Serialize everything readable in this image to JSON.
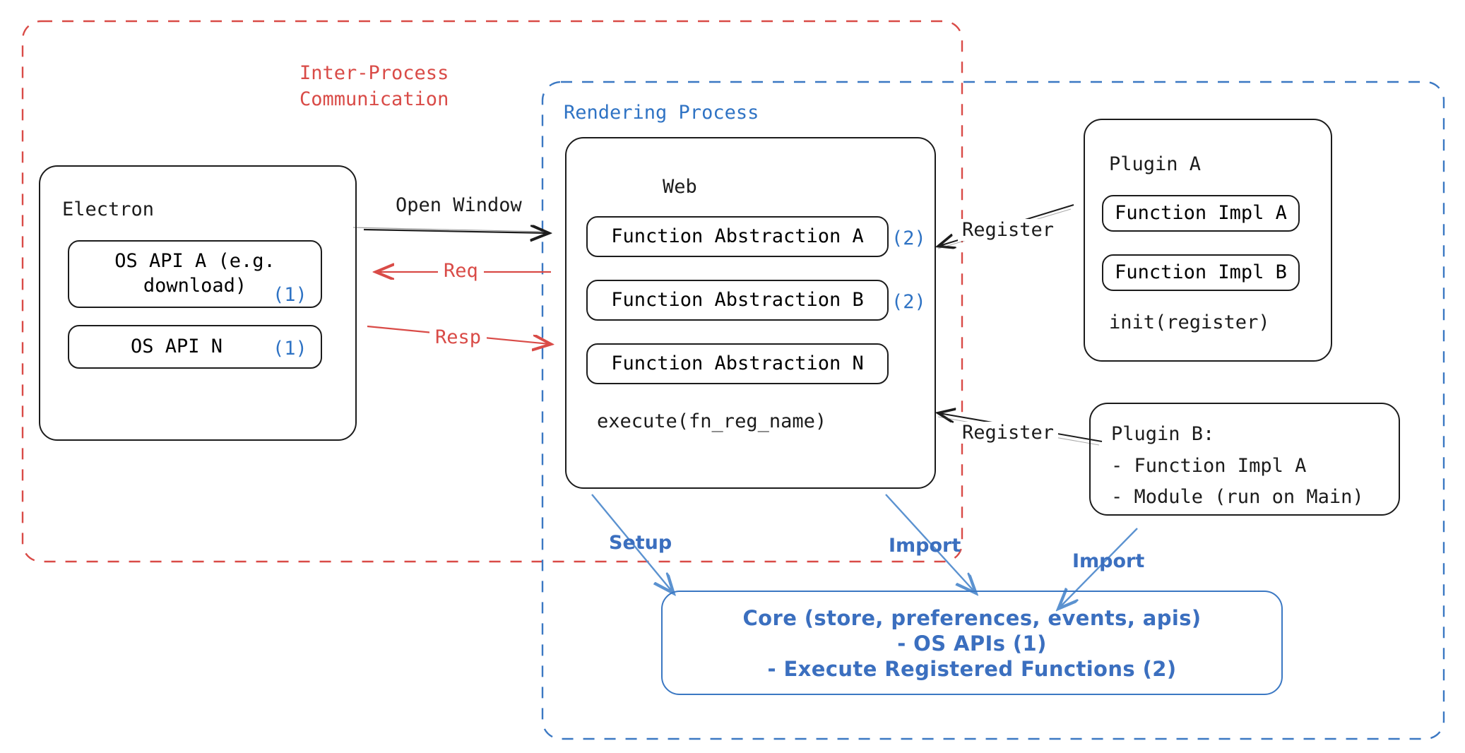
{
  "diagram": {
    "title": "Electron plugin architecture overview",
    "colors": {
      "ipc_red": "#d94b47",
      "render_blue": "#3b78c3",
      "marker_blue": "#2f73c4",
      "stroke_black": "#1c1c1c"
    },
    "regions": [
      {
        "id": "ipc",
        "label_line1": "Inter-Process",
        "label_line2": "Communication",
        "style": "dashed-red"
      },
      {
        "id": "render",
        "label": "Rendering Process",
        "style": "dashed-blue"
      }
    ],
    "electron": {
      "title": "Electron",
      "apis": [
        {
          "label": "OS API A (e.g.\ndownload)",
          "marker": "(1)"
        },
        {
          "label": "OS API N",
          "marker": "(1)"
        }
      ]
    },
    "web": {
      "title": "Web",
      "abstractions": [
        {
          "label": "Function Abstraction A",
          "marker": "(2)"
        },
        {
          "label": "Function Abstraction B",
          "marker": "(2)"
        },
        {
          "label": "Function Abstraction N",
          "marker": ""
        }
      ],
      "footer": "execute(fn_reg_name)"
    },
    "plugin_a": {
      "title": "Plugin A",
      "items": [
        "Function Impl A",
        "Function Impl B"
      ],
      "footer": "init(register)"
    },
    "plugin_b": {
      "title": "Plugin B:",
      "lines": [
        "- Function Impl A",
        "- Module (run on Main)"
      ]
    },
    "core": {
      "line1": "Core (store, preferences, events, apis)",
      "line2": "- OS APIs (1)",
      "line3": "- Execute Registered Functions (2)"
    },
    "edges": [
      {
        "id": "open-window",
        "label": "Open Window",
        "color": "black"
      },
      {
        "id": "req",
        "label": "Req",
        "color": "red"
      },
      {
        "id": "resp",
        "label": "Resp",
        "color": "red"
      },
      {
        "id": "register-a",
        "label": "Register",
        "color": "black"
      },
      {
        "id": "register-b",
        "label": "Register",
        "color": "black"
      },
      {
        "id": "setup",
        "label": "Setup",
        "color": "blue"
      },
      {
        "id": "import-web",
        "label": "Import",
        "color": "blue"
      },
      {
        "id": "import-plugin",
        "label": "Import",
        "color": "blue"
      }
    ]
  }
}
